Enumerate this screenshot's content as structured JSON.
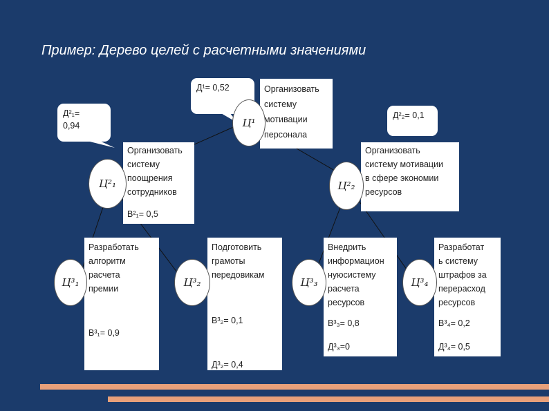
{
  "title": "Пример: Дерево целей с расчетными значениями",
  "root": {
    "label": "Ц¹",
    "text": "Организовать\nсистему\nмотивации\nперсонала",
    "callout": "Д¹= 0,52"
  },
  "level2": [
    {
      "label": "Ц²₁",
      "text": "Организовать\nсистему\nпоощрения\nсотрудников",
      "weight": "В²₁= 0,5",
      "callout": "Д²₁=\n0,94"
    },
    {
      "label": "Ц²₂",
      "text": "Организовать\nсистему мотивации\nв сфере экономии\nресурсов",
      "callout": "Д²₂= 0,1"
    }
  ],
  "level3": [
    {
      "label": "Ц³₁",
      "text": "Разработать\nалгоритм\nрасчета\nпремии",
      "weight": "В³₁= 0,9"
    },
    {
      "label": "Ц³₂",
      "text": "Подготовить\nграмоты\nпередовикам",
      "weight": "В³₂= 0,1",
      "degree": "Д³₂= 0,4"
    },
    {
      "label": "Ц³₃",
      "text": "Внедрить\nинформацион\nнуюсистему\nрасчета\nресурсов",
      "weight": "В³₃= 0,8",
      "degree": "Д³₃=0"
    },
    {
      "label": "Ц³₄",
      "text": "Разработат\nь систему\nштрафов за\nперерасход\nресурсов",
      "weight": "В³₄= 0,2",
      "degree": "Д³₄= 0,5"
    }
  ]
}
